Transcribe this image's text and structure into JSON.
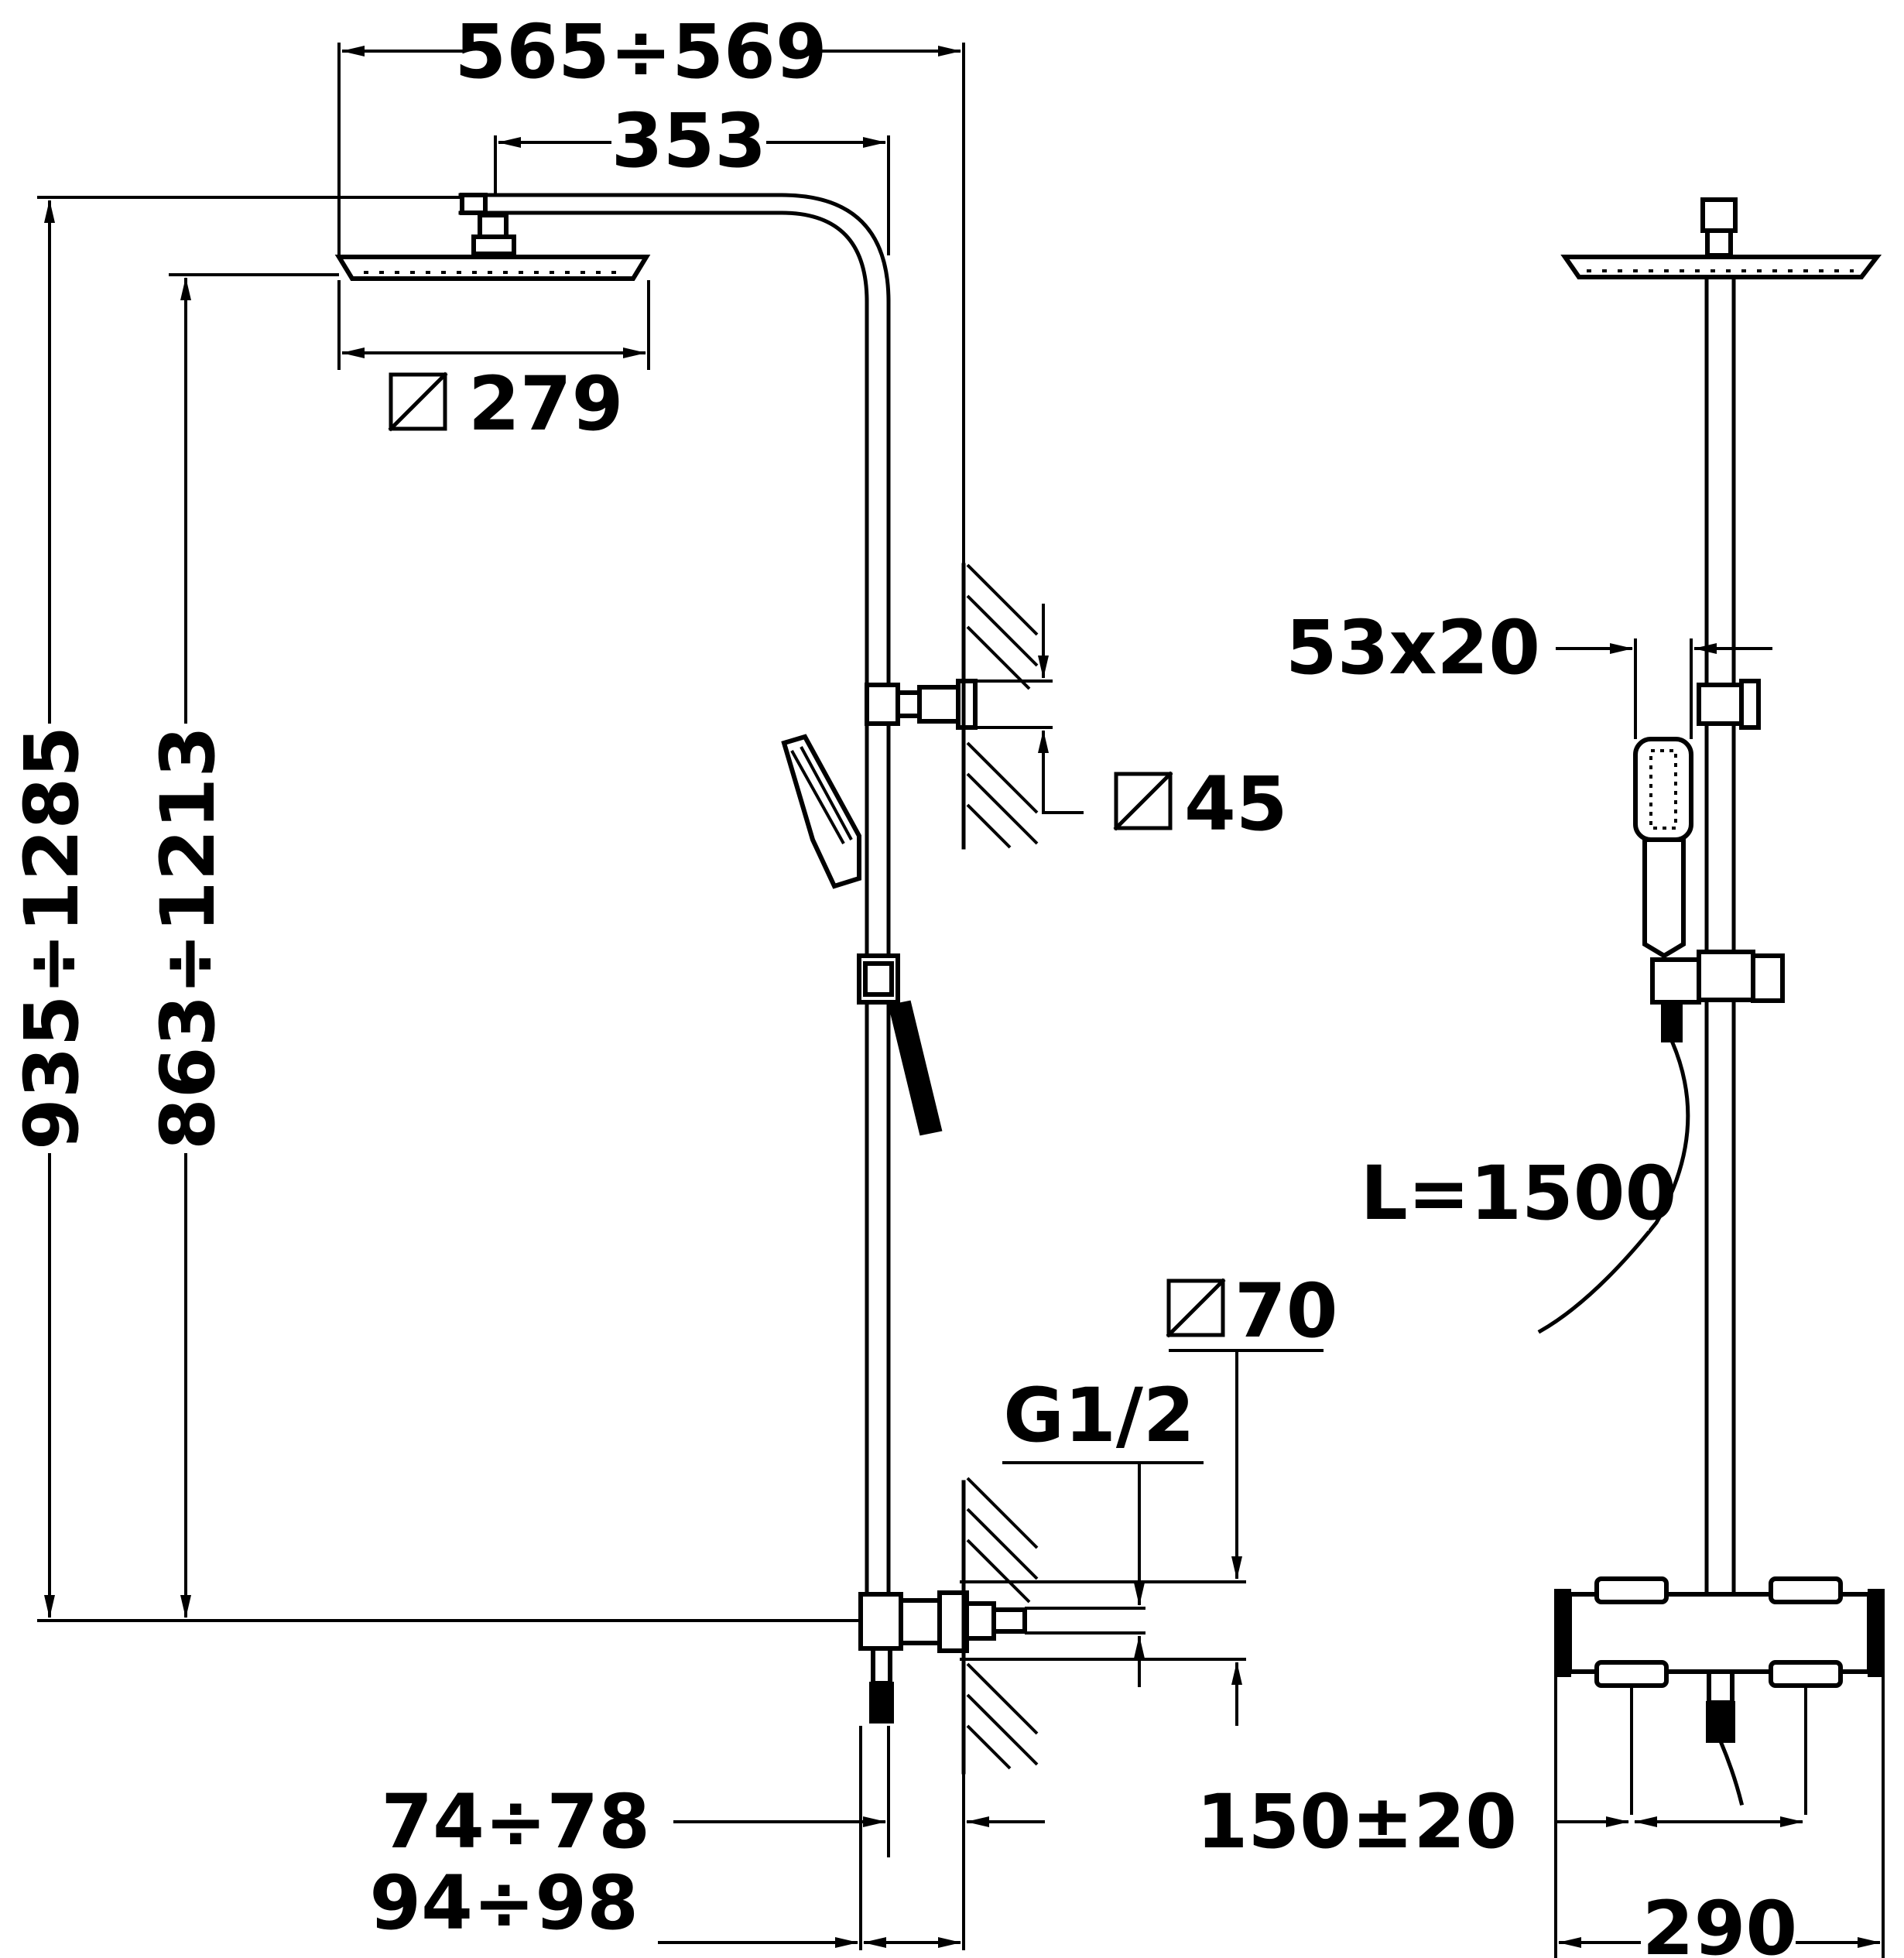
{
  "dimensions": {
    "overall_width": "565÷569",
    "arm_length": "353",
    "head_size": "279",
    "overall_height": "935÷1285",
    "head_height": "863÷1213",
    "wall_bracket_size": "45",
    "mixer_body_size": "70",
    "connection_thread": "G1/2",
    "projection_small": "74÷78",
    "projection_large": "94÷98",
    "hand_shower_size": "53x20",
    "hose_length": "L=1500",
    "inlet_centres": "150±20",
    "mixer_width": "290"
  }
}
